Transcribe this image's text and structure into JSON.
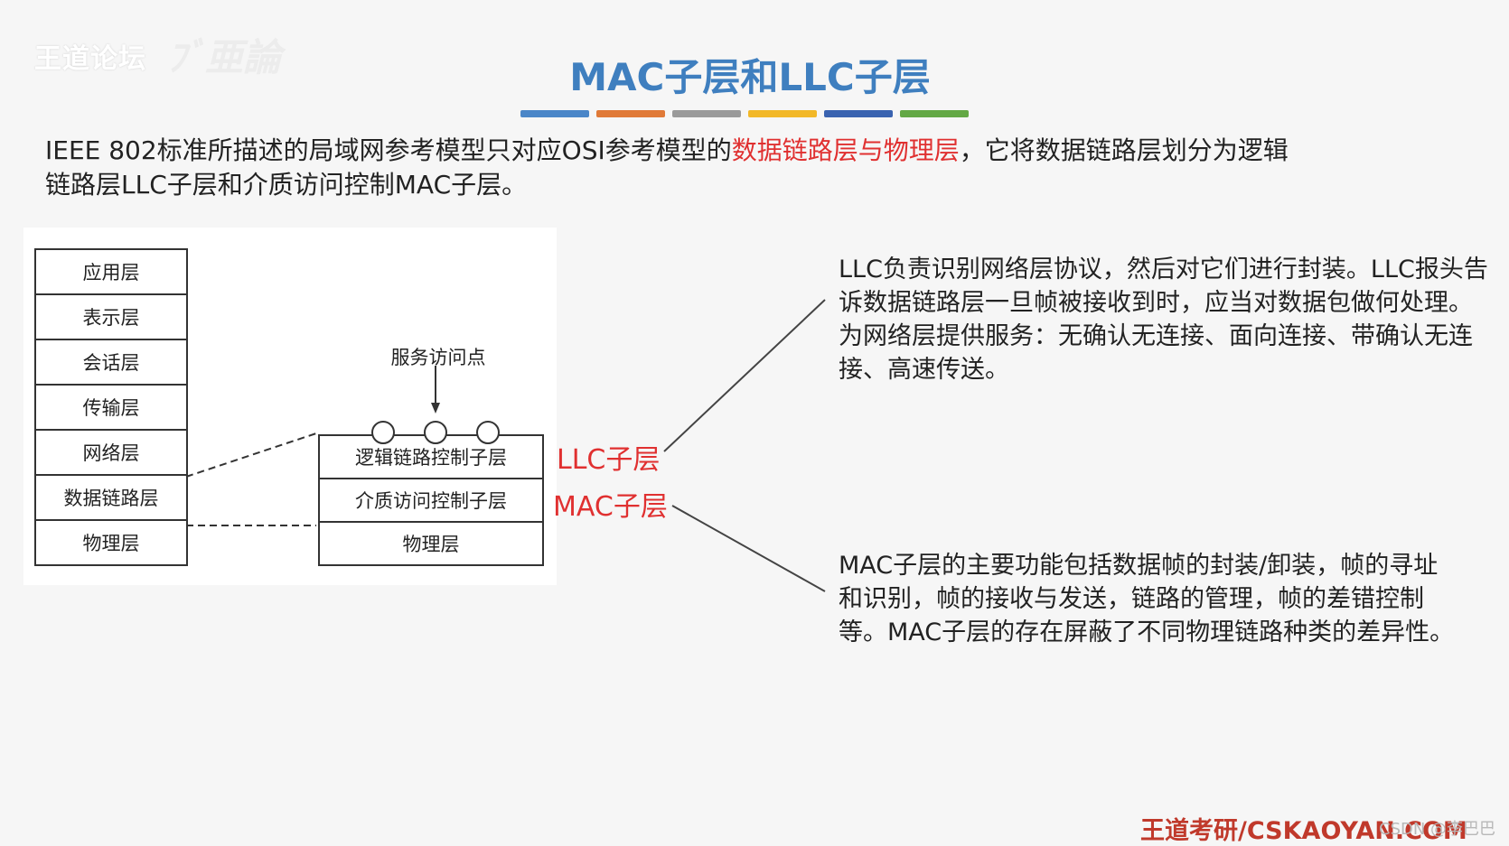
{
  "watermark": {
    "site": "王道论坛",
    "mark": "ﾌﾞ亜論"
  },
  "title": "MAC子层和LLC子层",
  "color_bars": [
    "#4a86c8",
    "#e07a38",
    "#9a9a9a",
    "#f2b828",
    "#3a63b0",
    "#63a845"
  ],
  "intro": {
    "part1": "IEEE 802标准所描述的局域网参考模型只对应OSI参考模型的",
    "highlight": "数据链路层与物理层",
    "part2": "，它将数据链路层划分为逻辑链路层LLC子层和介质访问控制MAC子层。"
  },
  "osi_layers": [
    "应用层",
    "表示层",
    "会话层",
    "传输层",
    "网络层",
    "数据链路层",
    "物理层"
  ],
  "service_access_point": "服务访问点",
  "sublayers": [
    "逻辑链路控制子层",
    "介质访问控制子层",
    "物理层"
  ],
  "llc_label": "LLC子层",
  "mac_label": "MAC子层",
  "llc_description": "LLC负责识别网络层协议，然后对它们进行封装。LLC报头告诉数据链路层一旦帧被接收到时，应当对数据包做何处理。为网络层提供服务：无确认无连接、面向连接、带确认无连接、高速传送。",
  "mac_description": "MAC子层的主要功能包括数据帧的封装/卸装，帧的寻址和识别，帧的接收与发送，链路的管理，帧的差错控制等。MAC子层的存在屏蔽了不同物理链路种类的差异性。",
  "footer": {
    "brand": "王道考研/CSKAOYAN.COM",
    "credit": "CSDN @李巴巴"
  }
}
